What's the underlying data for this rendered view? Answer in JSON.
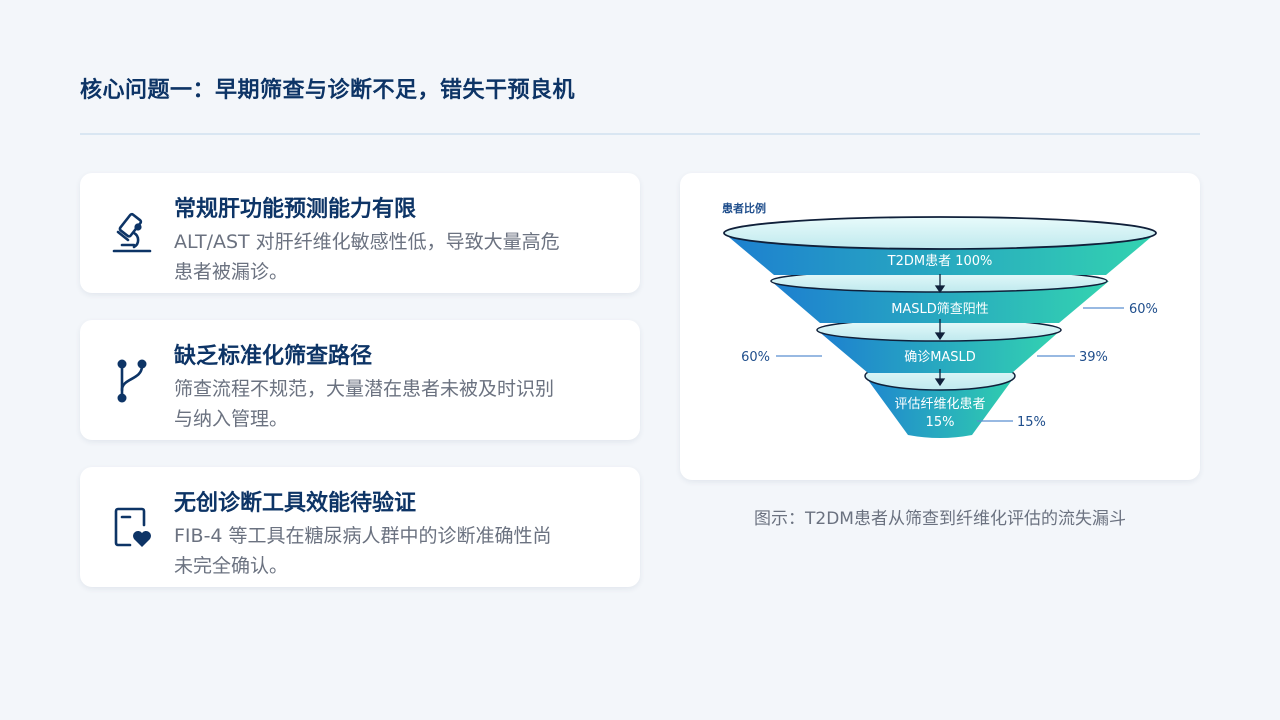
{
  "title": "核心问题一：早期筛查与诊断不足，错失干预良机",
  "cards": [
    {
      "icon": "microscope-icon",
      "heading": "常规肝功能预测能力有限",
      "desc_line1": "ALT/AST 对肝纤维化敏感性低，导致大量高危",
      "desc_line2": "患者被漏诊。"
    },
    {
      "icon": "branch-path-icon",
      "heading": "缺乏标准化筛查路径",
      "desc_line1": "筛查流程不规范，大量潜在患者未被及时识别",
      "desc_line2": "与纳入管理。"
    },
    {
      "icon": "document-heart-icon",
      "heading": "无创诊断工具效能待验证",
      "desc_line1": "FIB-4 等工具在糖尿病人群中的诊断准确性尚",
      "desc_line2": "未完全确认。"
    }
  ],
  "funnel": {
    "axis_label": "患者比例",
    "stages": [
      {
        "label": "T2DM患者 100%"
      },
      {
        "label": "MASLD筛查阳性"
      },
      {
        "label": "确诊MASLD"
      },
      {
        "label_line1": "评估纤维化患者",
        "label_line2": "15%"
      }
    ],
    "callouts": {
      "right_stage2": "60%",
      "left_stage3": "60%",
      "right_stage3": "39%",
      "right_stage4": "15%"
    },
    "colors": {
      "top_rim": "#cdeff3",
      "gradient_start": "#1d7fd0",
      "gradient_end": "#33d3b0",
      "outline": "#10203a",
      "callout_text": "#1f4e8c",
      "callout_line": "#5b8fd0"
    }
  },
  "caption": "图示：T2DM患者从筛查到纤维化评估的流失漏斗"
}
